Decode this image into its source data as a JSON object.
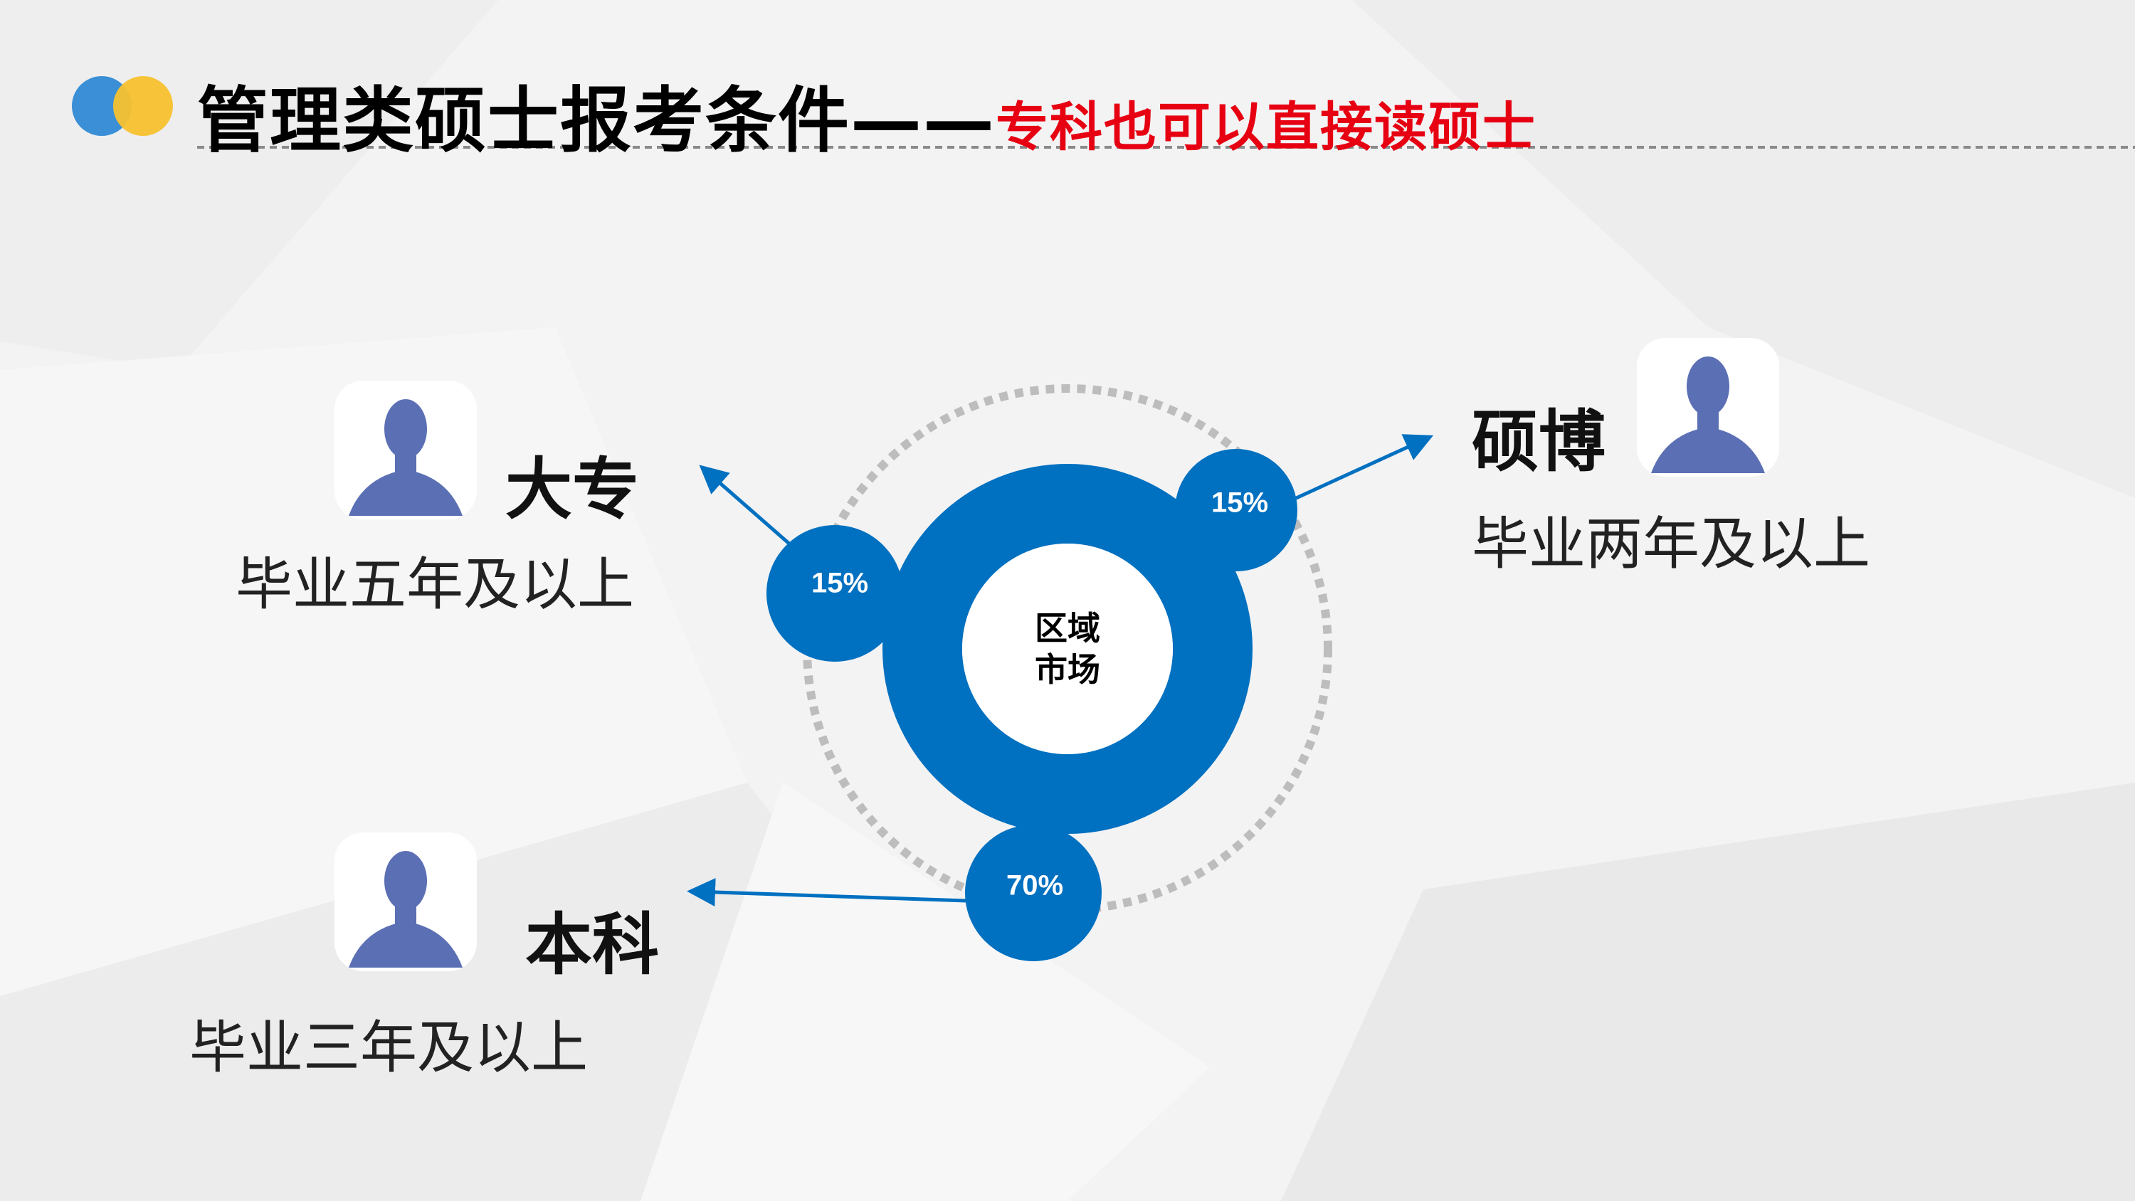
{
  "title": {
    "main": "管理类硕士报考条件——",
    "sub": "专科也可以直接读硕士"
  },
  "colors": {
    "accent": "#0070c0",
    "title_red": "#e60012",
    "logo_blue": "#3a8fd6",
    "logo_yellow": "#f7c12e",
    "person": "#5b6fb4"
  },
  "center_label": {
    "line1": "区域",
    "line2": "市场"
  },
  "segments": [
    {
      "label": "15%",
      "value": 15
    },
    {
      "label": "15%",
      "value": 15
    },
    {
      "label": "70%",
      "value": 70
    }
  ],
  "groups": [
    {
      "heading": "大专",
      "description": "毕业五年及以上",
      "icon": "person-icon"
    },
    {
      "heading": "硕博",
      "description": "毕业两年及以上",
      "icon": "person-icon"
    },
    {
      "heading": "本科",
      "description": "毕业三年及以上",
      "icon": "person-icon"
    }
  ]
}
